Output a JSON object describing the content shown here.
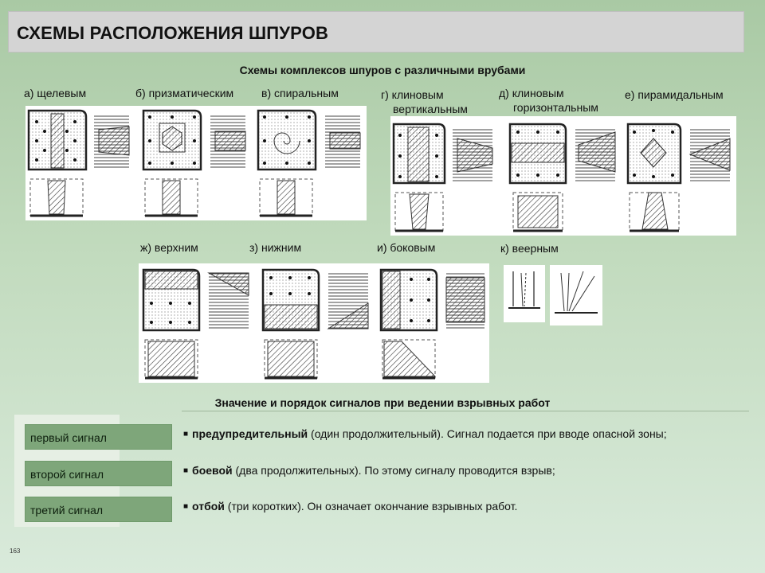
{
  "title": "СХЕМЫ РАСПОЛОЖЕНИЯ ШПУРОВ",
  "subtitle_cuts": "Схемы комплексов шпуров с различными врубами",
  "cuts": [
    {
      "label": "а) щелевым"
    },
    {
      "label": "б) призматическим"
    },
    {
      "label": "в) спиральным"
    },
    {
      "label": "г) клиновым",
      "label2": "вертикальным"
    },
    {
      "label": "д) клиновым",
      "label2": "горизонтальным"
    },
    {
      "label": "е) пирамидальным"
    },
    {
      "label": "ж) верхним"
    },
    {
      "label": "з) нижним"
    },
    {
      "label": "и) боковым"
    },
    {
      "label": "к) веерным"
    }
  ],
  "subtitle_signals": "Значение и порядок сигналов при ведении взрывных работ",
  "signals": [
    {
      "name": "первый сигнал",
      "term": "предупредительный",
      "desc": " (один продолжительный). Сигнал подается при вводе опасной зоны;"
    },
    {
      "name": "второй сигнал",
      "term": "боевой",
      "desc": " (два продолжительных). По этому сигналу проводится взрыв;"
    },
    {
      "name": "третий сигнал",
      "term": "отбой",
      "desc": " (три коротких). Он означает окончание взрывных работ."
    }
  ],
  "bullet_glyph": "■",
  "page_number": "163"
}
